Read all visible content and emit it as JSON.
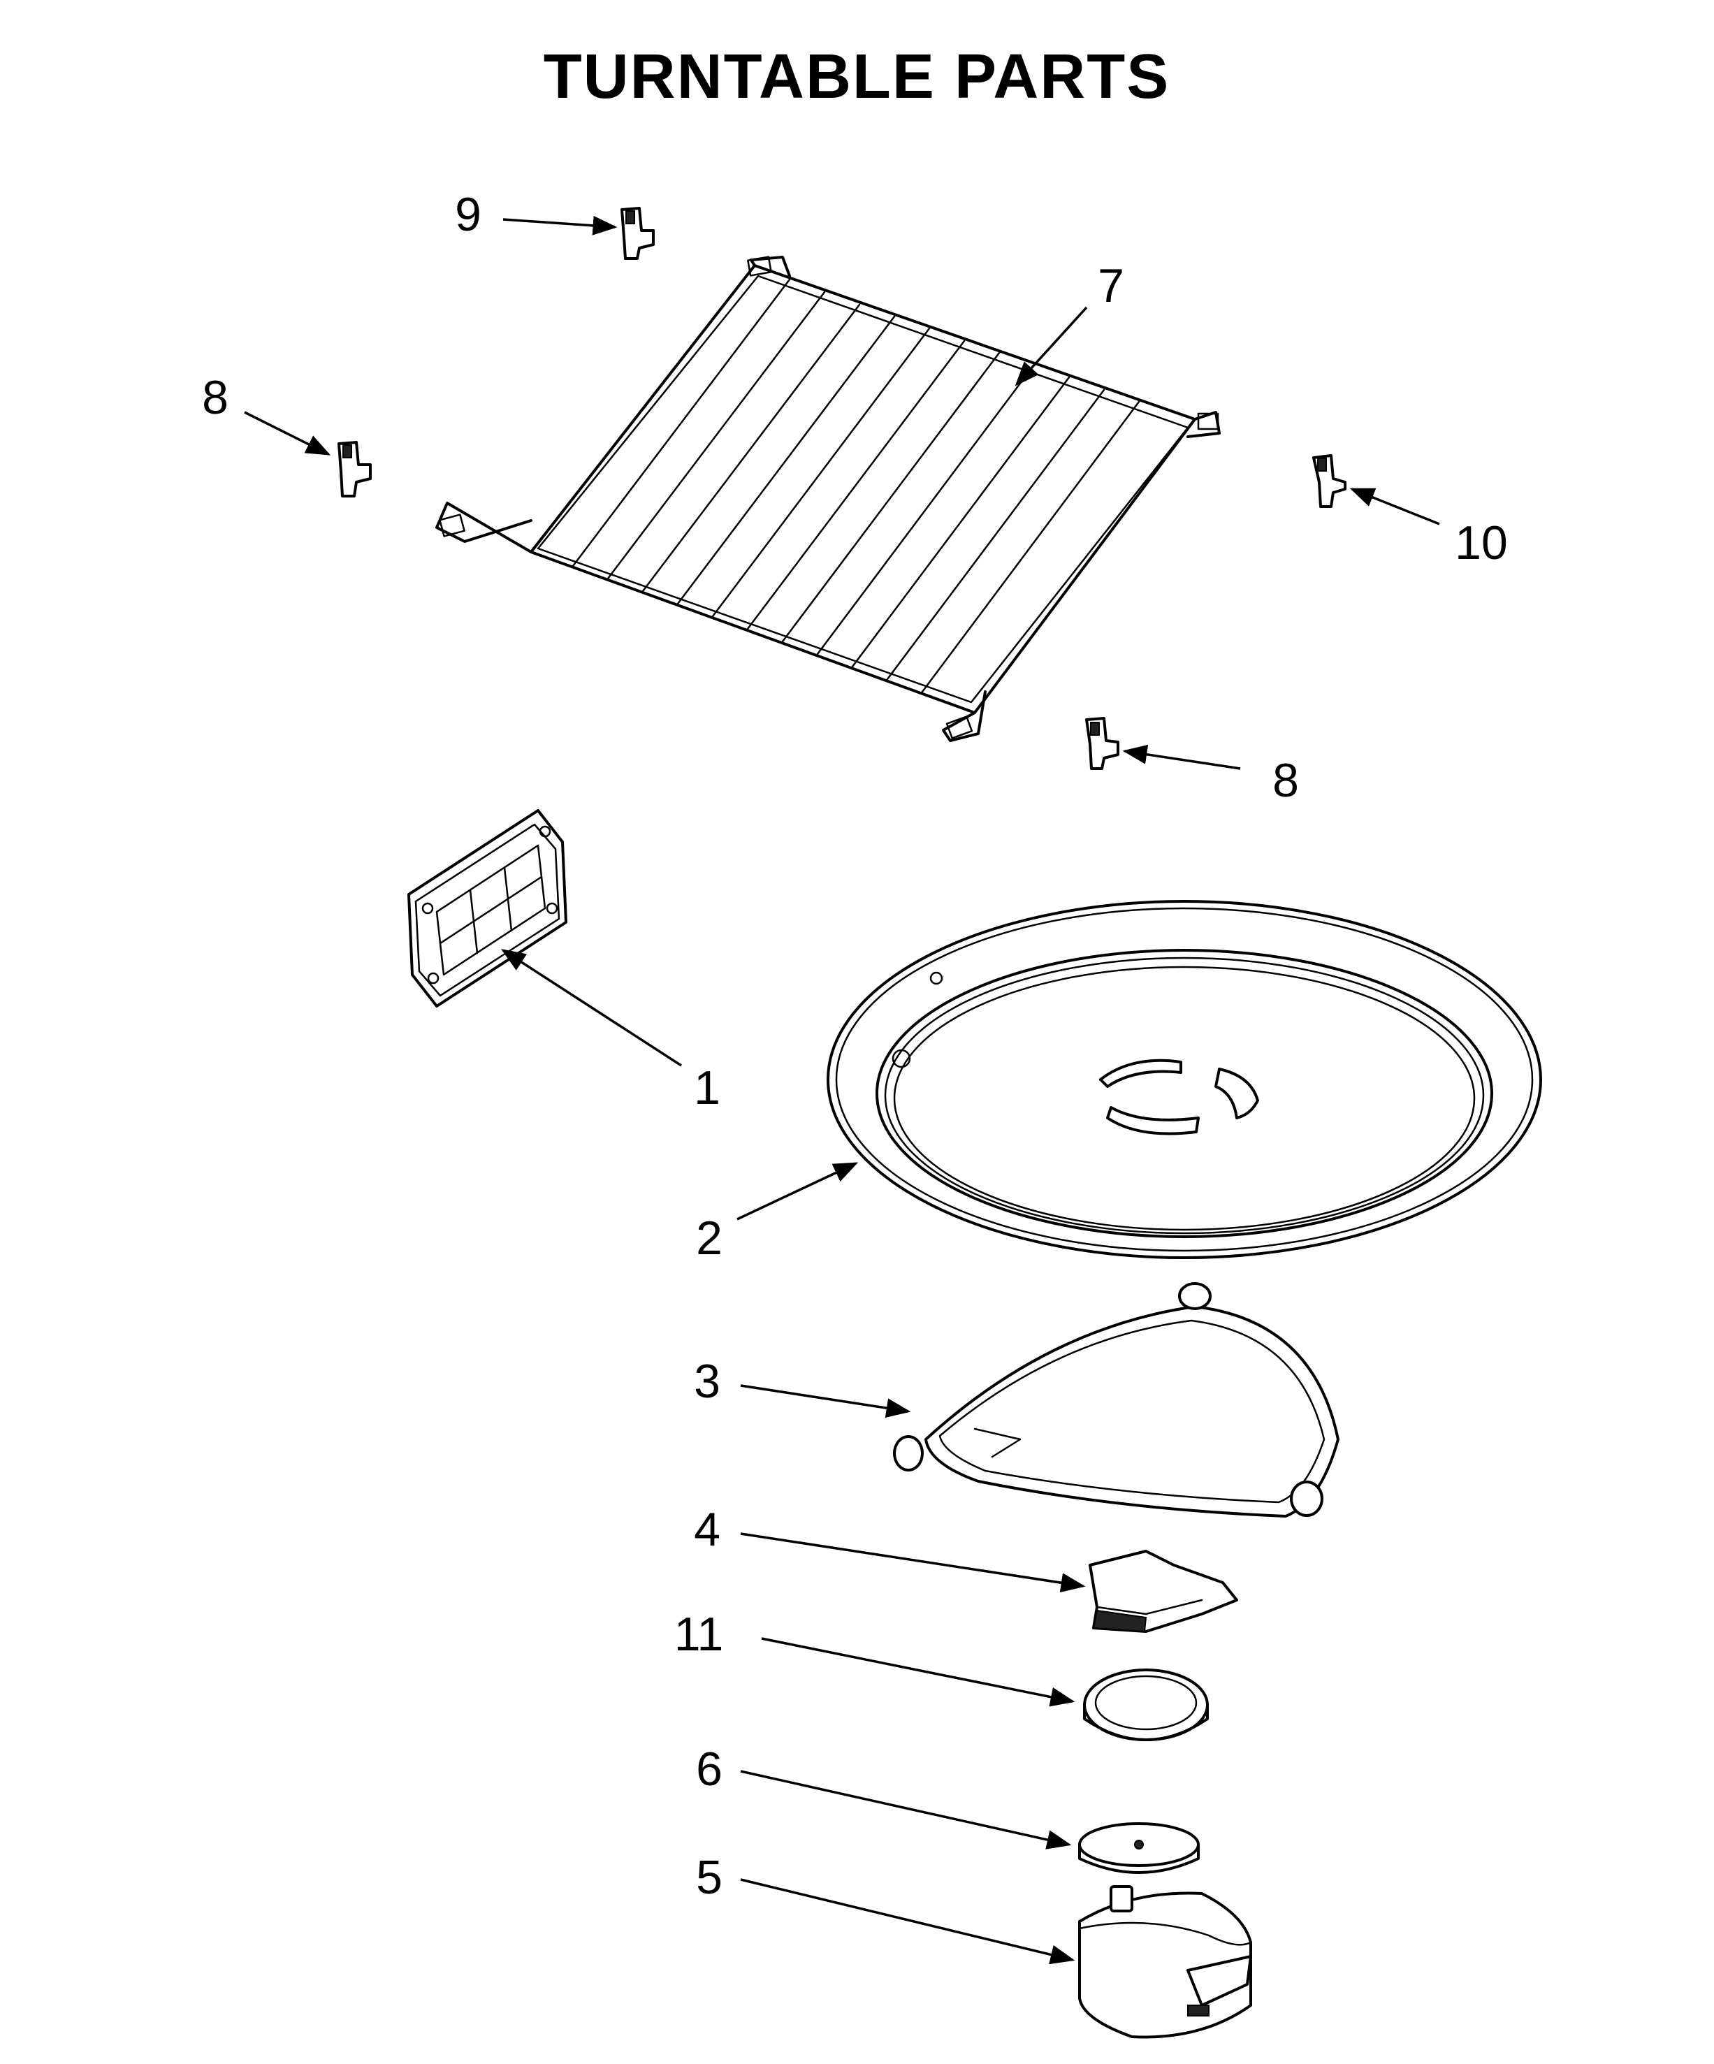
{
  "title": "TURNTABLE PARTS",
  "callouts": [
    {
      "id": "1",
      "label": "1"
    },
    {
      "id": "2",
      "label": "2"
    },
    {
      "id": "3",
      "label": "3"
    },
    {
      "id": "4",
      "label": "4"
    },
    {
      "id": "5",
      "label": "5"
    },
    {
      "id": "6",
      "label": "6"
    },
    {
      "id": "7",
      "label": "7"
    },
    {
      "id": "8a",
      "label": "8"
    },
    {
      "id": "8b",
      "label": "8"
    },
    {
      "id": "9",
      "label": "9"
    },
    {
      "id": "10",
      "label": "10"
    },
    {
      "id": "11",
      "label": "11"
    }
  ]
}
